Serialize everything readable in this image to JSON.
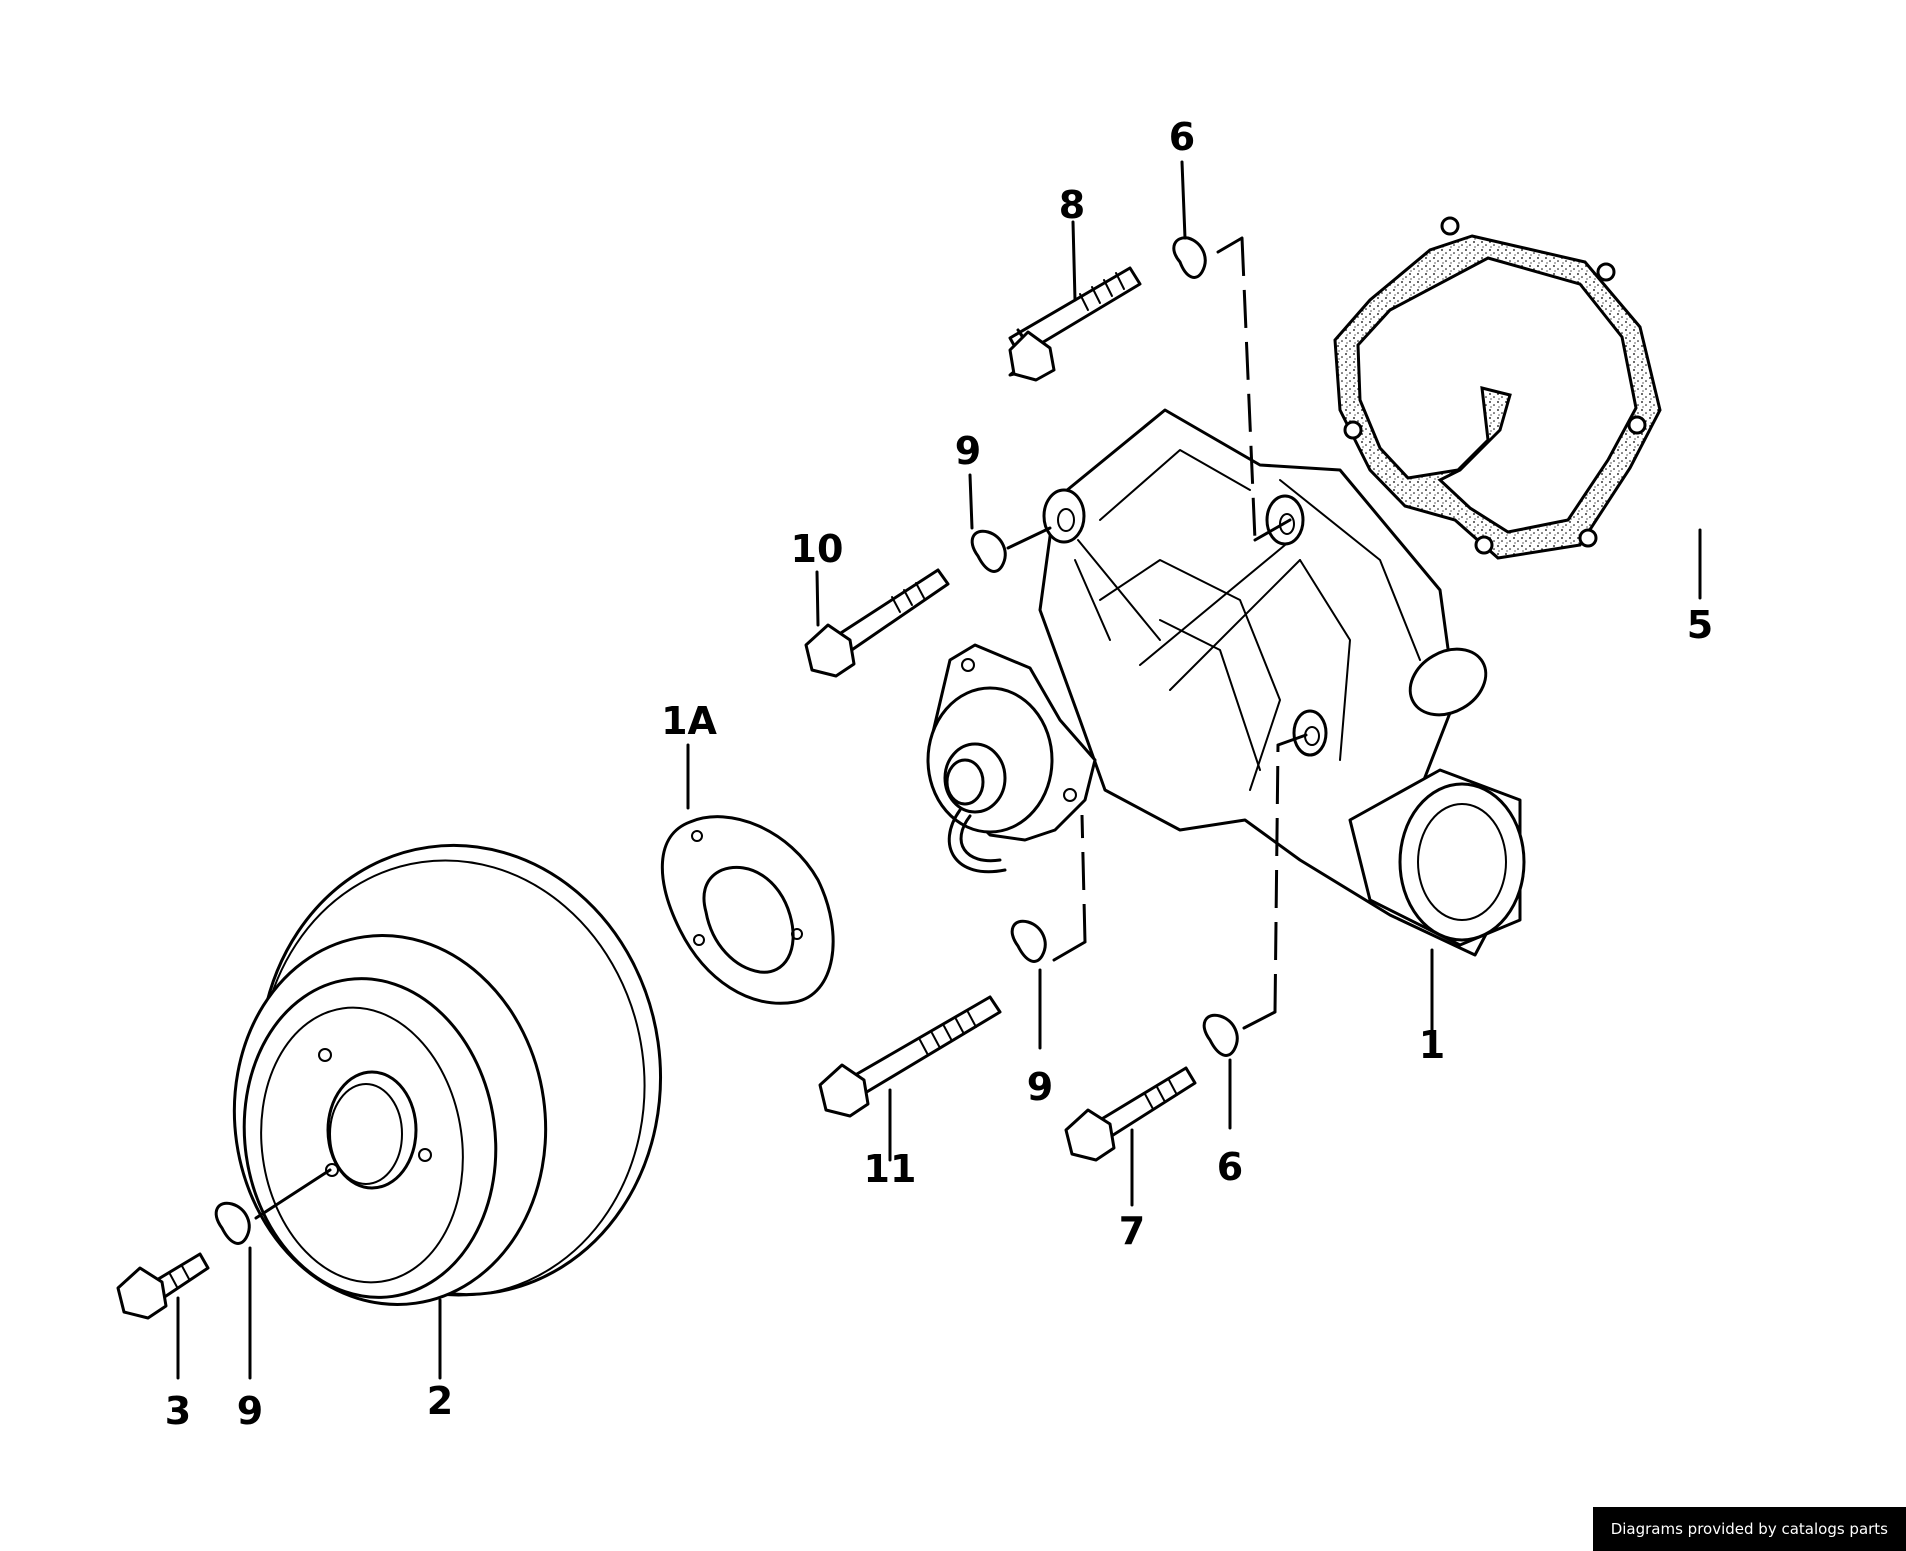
{
  "callouts": {
    "p1": "1",
    "p1a": "1A",
    "p2": "2",
    "p3": "3",
    "p5": "5",
    "p6_top": "6",
    "p6_bottom": "6",
    "p7": "7",
    "p8": "8",
    "p9_top": "9",
    "p9_mid": "9",
    "p9_left": "9",
    "p10": "10",
    "p11": "11"
  },
  "footer": {
    "credit": "Diagrams provided by catalogs parts"
  }
}
